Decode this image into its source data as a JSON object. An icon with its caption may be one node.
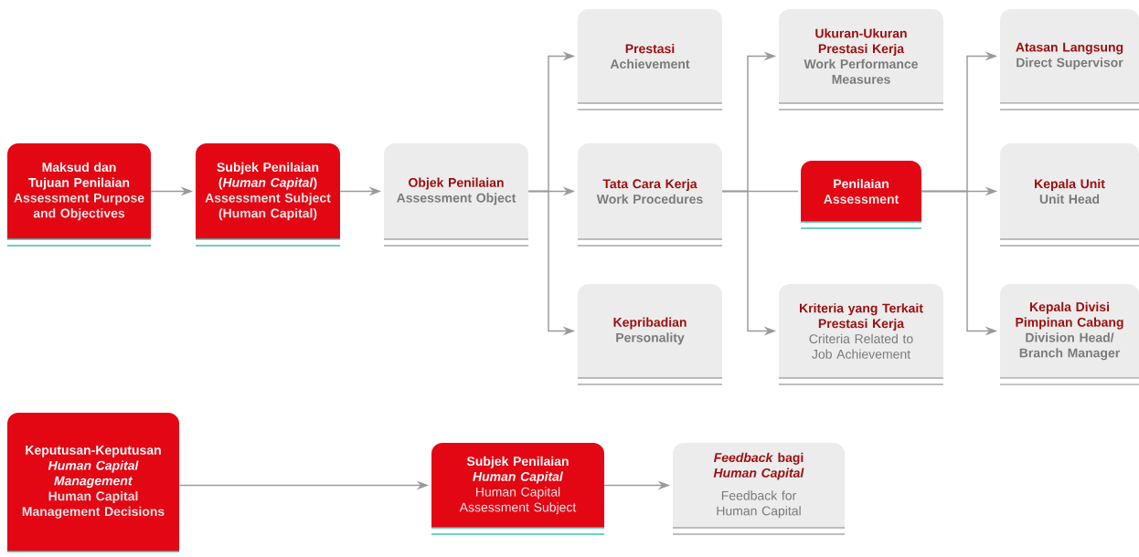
{
  "diagram": {
    "nodes": [
      {
        "text": [
          "Maksud dan Tujuan Penilaian",
          "Assessment Purpose and Objectives"
        ]
      },
      {
        "text": [
          "Subjek Penilaian (*Human Capital*)",
          "Assessment Subject (Human Capital)"
        ]
      },
      {
        "text": [
          "Objek Penilaian",
          "Assessment Object"
        ]
      },
      {
        "text": [
          "Prestasi",
          "Achievement"
        ]
      },
      {
        "text": [
          "Tata Cara Kerja",
          "Work Procedures"
        ]
      },
      {
        "text": [
          "Kepribadian",
          "Personality"
        ]
      },
      {
        "text": [
          "Ukuran-Ukuran Prestasi Kerja",
          "Work Performance Measures"
        ]
      },
      {
        "text": [
          "Penilaian",
          "Assessment"
        ]
      },
      {
        "text": [
          "Kriteria yang Terkait Prestasi Kerja",
          "Criteria Related to Job Achievement"
        ]
      },
      {
        "text": [
          "Atasan Langsung",
          "Direct Supervisor"
        ]
      },
      {
        "text": [
          "Kepala Unit",
          "Unit Head"
        ]
      },
      {
        "text": [
          "Kepala Divisi Pimpinan Cabang",
          "Division Head/ Branch Manager"
        ]
      },
      {
        "text": [
          "Keputusan-Keputusan *Human Capital Management*",
          "Human Capital Management Decisions"
        ]
      },
      {
        "text": [
          "Subjek Penilaian *Human Capital*",
          "Human Capital Assessment Subject"
        ]
      },
      {
        "text": [
          "*Feedback* bagi *Human Capital*",
          "Feedback for Human Capital"
        ]
      }
    ],
    "edges": [
      {
        "from": 0,
        "to": 1,
        "arrow": "to"
      },
      {
        "from": 1,
        "to": 2,
        "arrow": "to"
      },
      {
        "from": 2,
        "to": 3,
        "arrow": "to"
      },
      {
        "from": 2,
        "to": 4,
        "arrow": "to"
      },
      {
        "from": 2,
        "to": 5,
        "arrow": "to"
      },
      {
        "from": 4,
        "to": 6,
        "arrow": "to"
      },
      {
        "from": 4,
        "to": 7,
        "arrow": "none"
      },
      {
        "from": 4,
        "to": 8,
        "arrow": "to"
      },
      {
        "from": 7,
        "to": 9,
        "arrow": "to"
      },
      {
        "from": 7,
        "to": 10,
        "arrow": "to"
      },
      {
        "from": 7,
        "to": 11,
        "arrow": "to"
      },
      {
        "from": 12,
        "to": 13,
        "arrow": "to"
      },
      {
        "from": 13,
        "to": 14,
        "arrow": "to"
      }
    ]
  }
}
